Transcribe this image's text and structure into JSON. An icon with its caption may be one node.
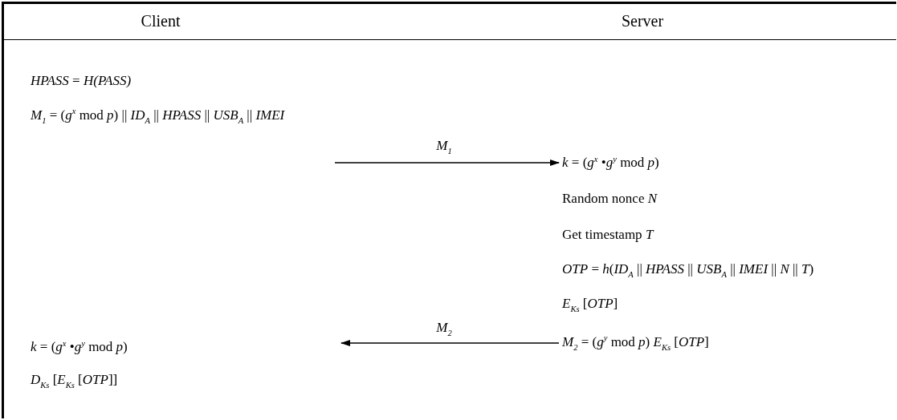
{
  "diagram": {
    "nodes": [
      {
        "text": [
          "*k* = (*g*$^{x}$ •*g*$^{y}$ mod *p*)"
        ]
      },
      {
        "text": [
          "*M*$_{2}$ = (*g*$^{y}$ mod *p*) *E*$_{Ks}$ [*OTP*]"
        ]
      }
    ],
    "edges": [
      {
        "from": null,
        "to": 0,
        "arrow": "to",
        "label": "*M*$_{1}$"
      },
      {
        "from": 1,
        "to": null,
        "arrow": "to",
        "label": "*M*$_{2}$"
      }
    ],
    "labels": [
      "Client",
      "Server",
      "*HPASS* = *H(PASS)*",
      "*M*$_{1}$ = (*g*$^{x}$ mod *p*) || *ID*$_{A}$ || *HPASS* || *USB*$_{A}$ || *IMEI*",
      "Random nonce *N*",
      "Get timestamp *T*",
      "*OTP* = *h*(*ID*$_{A}$ || *HPASS* || *USB*$_{A}$ || *IMEI* || *N* || *T*)",
      "*E*$_{Ks}$ [*OTP*]",
      "*k* = (*g*$^{x}$ •*g*$^{y}$ mod *p*)",
      "*D*$_{Ks}$ [*E*$_{Ks}$ [*OTP*]]"
    ]
  }
}
